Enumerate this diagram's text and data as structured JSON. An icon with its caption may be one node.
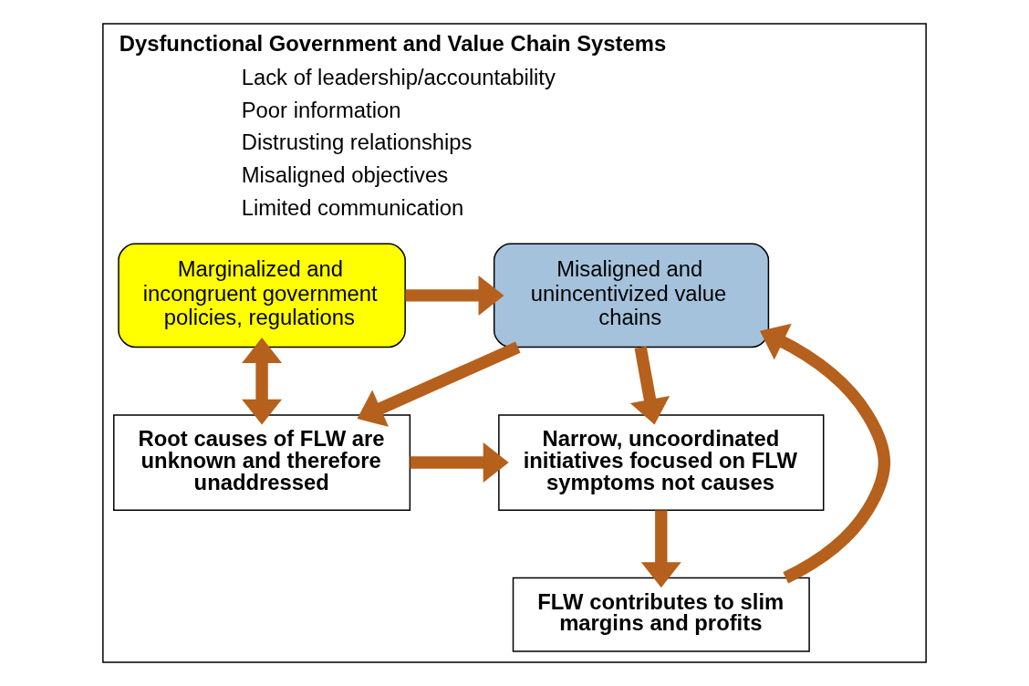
{
  "diagram": {
    "nodes": [
      {
        "text": [
          "Dysfunctional Government and Value Chain Systems",
          "Lack of leadership/accountability",
          "Poor information",
          "Distrusting relationships",
          "Misaligned objectives",
          "Limited communication"
        ]
      },
      {
        "text": [
          "Marginalized and incongruent government policies, regulations"
        ],
        "in": 0
      },
      {
        "text": [
          "Misaligned and unincentivized value chains"
        ],
        "in": 0
      },
      {
        "text": [
          "Root causes of FLW are unknown and therefore unaddressed"
        ],
        "in": 0
      },
      {
        "text": [
          "Narrow, uncoordinated initiatives focused on FLW symptoms not causes"
        ],
        "in": 0
      },
      {
        "text": [
          "FLW contributes to slim margins and profits"
        ],
        "in": 0
      }
    ],
    "edges": [
      {
        "from": 1,
        "to": 2,
        "arrow": "to"
      },
      {
        "from": 1,
        "to": 3,
        "arrow": "both"
      },
      {
        "from": 2,
        "to": 3,
        "arrow": "to"
      },
      {
        "from": 3,
        "to": 4,
        "arrow": "to"
      },
      {
        "from": 2,
        "to": 4,
        "arrow": "to"
      },
      {
        "from": 4,
        "to": 5,
        "arrow": "to"
      },
      {
        "from": 5,
        "to": 2,
        "arrow": "to"
      }
    ]
  }
}
